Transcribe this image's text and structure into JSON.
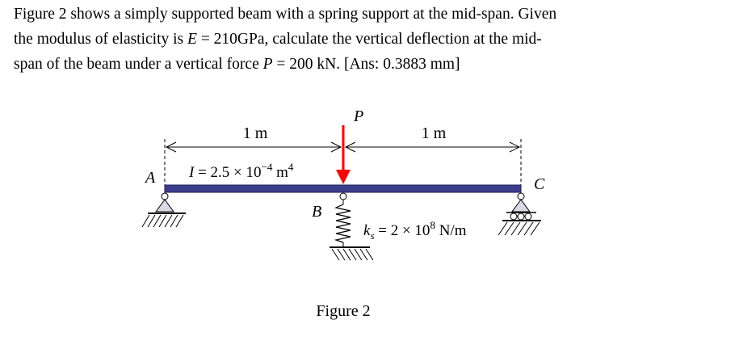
{
  "problem": {
    "l1_a": "Figure 2 shows a simply supported beam with a spring support at the mid-span. Given",
    "l2_a": "the modulus of elasticity is ",
    "l2_E": "E",
    "l2_b": " = 210GPa, calculate the vertical deflection at the mid-",
    "l3_a": "span of the beam under a vertical force ",
    "l3_P": "P",
    "l3_b": " = 200 kN. [Ans: 0.3883 mm]"
  },
  "figure": {
    "load_label": "P",
    "span_left": "1 m",
    "span_right": "1 m",
    "point_a": "A",
    "point_b": "B",
    "point_c": "C",
    "inertia_sym": "I",
    "inertia_val": " = 2.5 × 10",
    "inertia_exp": "−4",
    "inertia_unit": " m",
    "inertia_unit_exp": "4",
    "spring_sym": "k",
    "spring_sub": "s",
    "spring_val": " = 2 × 10",
    "spring_exp": "8",
    "spring_unit": " N/m",
    "caption": "Figure 2",
    "load_color": "#ff0000",
    "beam_color": "#3b3d8c"
  }
}
